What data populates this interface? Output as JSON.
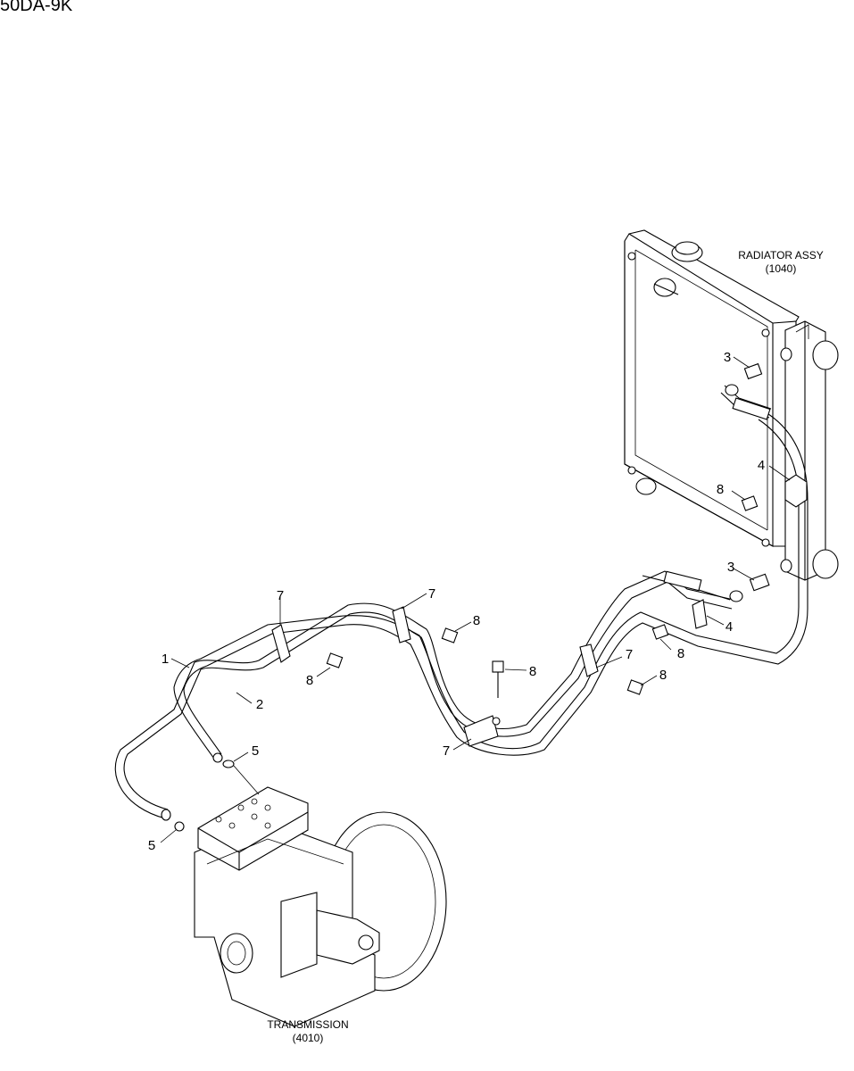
{
  "header": {
    "model": "50DA-9K"
  },
  "assemblies": {
    "radiator": {
      "name": "RADIATOR ASSY",
      "code": "(1040)"
    },
    "transmission": {
      "name": "TRANSMISSION",
      "code": "(4010)"
    }
  },
  "callouts": {
    "c1": "1",
    "c2": "2",
    "c3a": "3",
    "c3b": "3",
    "c4a": "4",
    "c4b": "4",
    "c5a": "5",
    "c5b": "5",
    "c7a": "7",
    "c7b": "7",
    "c7c": "7",
    "c7d": "7",
    "c8a": "8",
    "c8b": "8",
    "c8c": "8",
    "c8d": "8",
    "c8e": "8",
    "c8f": "8"
  }
}
